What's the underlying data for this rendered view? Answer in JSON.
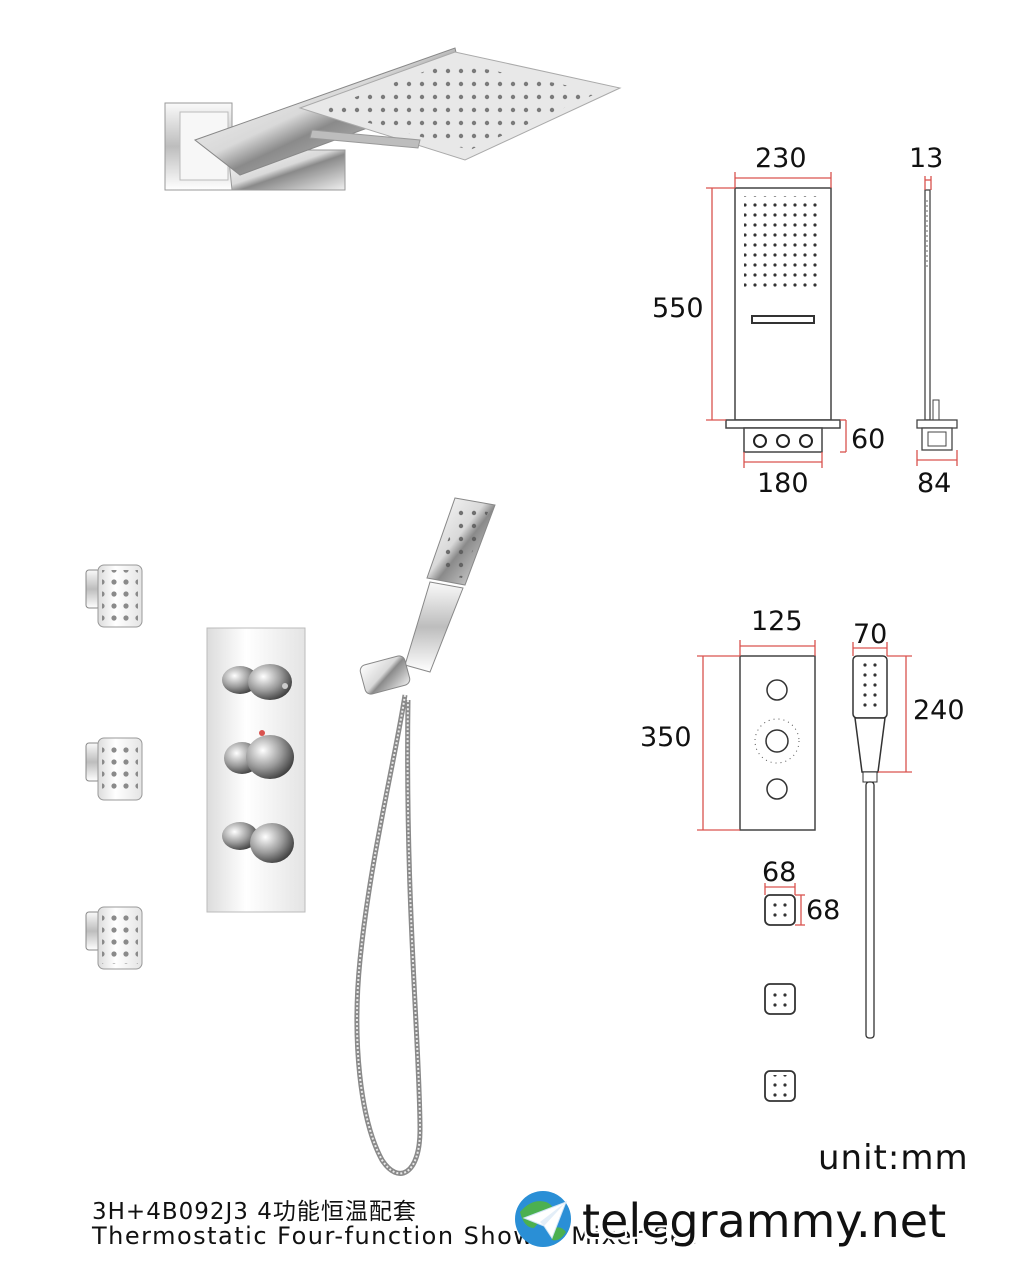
{
  "dimensions": {
    "overhead": {
      "width": "230",
      "length": "550",
      "arm_height": "60",
      "arm_width": "180"
    },
    "overhead_side": {
      "thickness": "13",
      "depth": "84"
    },
    "valve_plate": {
      "width": "125",
      "height": "350"
    },
    "hand_shower": {
      "width": "70",
      "length": "240"
    },
    "body_jet": {
      "width": "68",
      "height": "68"
    }
  },
  "unit_label": "unit:mm",
  "caption": {
    "model_line": "3H+4B092J3  4功能恒温配套",
    "english_line": "Thermostatic Four-function Shower Mixer Set"
  },
  "watermark": "telegrammy.net",
  "colors": {
    "dimension_line": "#d9534f",
    "chrome_dark": "#4a4a4a",
    "chrome_light": "#f3f3f3"
  },
  "icons": {
    "watermark_logo": "globe-paper-plane-icon"
  }
}
